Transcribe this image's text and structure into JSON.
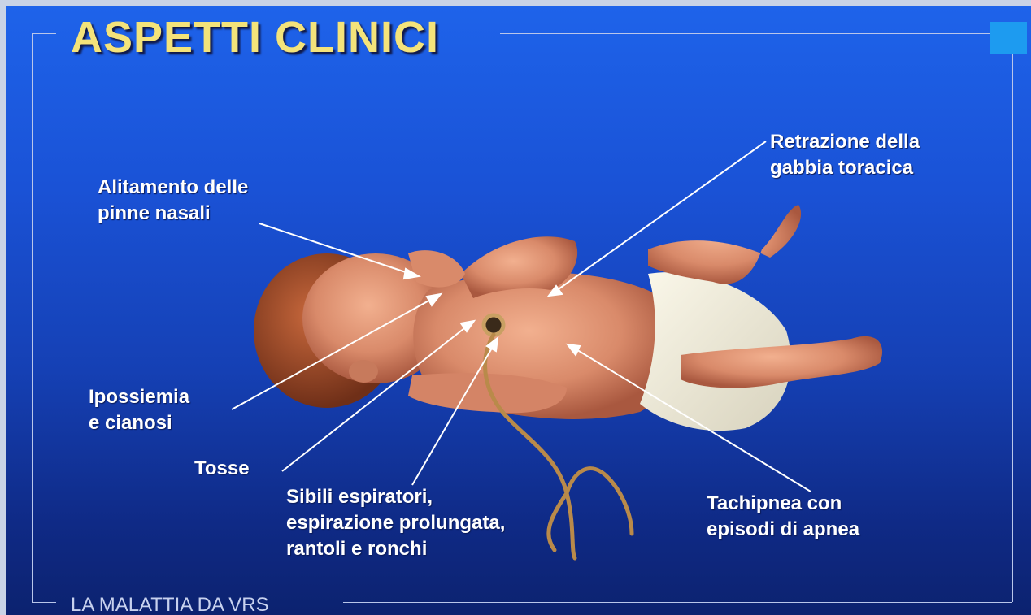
{
  "title": "ASPETTI CLINICI",
  "footer": "LA MALATTIA DA VRS",
  "labels": {
    "nasal_flaring": [
      "Alitamento delle",
      "pinne nasali"
    ],
    "chest_retraction": [
      "Retrazione della",
      "gabbia toracica"
    ],
    "hypoxemia": [
      "Ipossiemia",
      "e cianosi"
    ],
    "cough": [
      "Tosse"
    ],
    "wheezing": [
      "Sibili espiratori,",
      "espirazione prolungata,",
      "rantoli e ronchi"
    ],
    "tachypnea": [
      "Tachipnea con",
      "episodi di apnea"
    ]
  },
  "colors": {
    "title": "#f4e37a",
    "background_top": "#1e63ea",
    "background_bottom": "#0c226f",
    "label_text": "#ffffff",
    "accent_square": "#1d9bf0"
  },
  "illustration": "newborn-infant-with-stethoscope"
}
